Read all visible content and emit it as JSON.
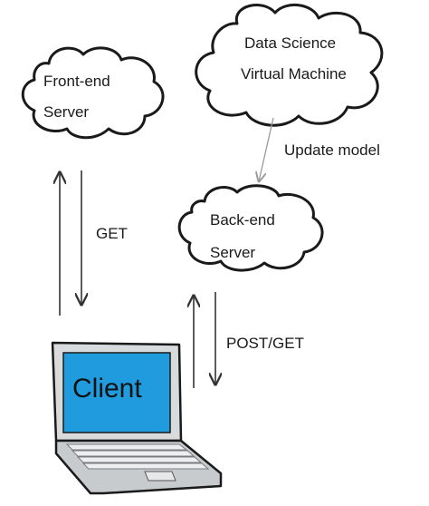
{
  "nodes": {
    "frontend": {
      "line1": "Front-end",
      "line2": "Server"
    },
    "datascience": {
      "line1": "Data Science",
      "line2": "Virtual Machine"
    },
    "backend": {
      "line1": "Back-end",
      "line2": "Server"
    },
    "client": {
      "label": "Client"
    }
  },
  "edges": {
    "get": "GET",
    "update": "Update model",
    "postget": "POST/GET"
  },
  "colors": {
    "screen": "#1f9bde",
    "outline": "#1a1a1a",
    "laptop_body": "#cfd2d4",
    "arrow": "#333333",
    "update_arrow": "#999999"
  }
}
